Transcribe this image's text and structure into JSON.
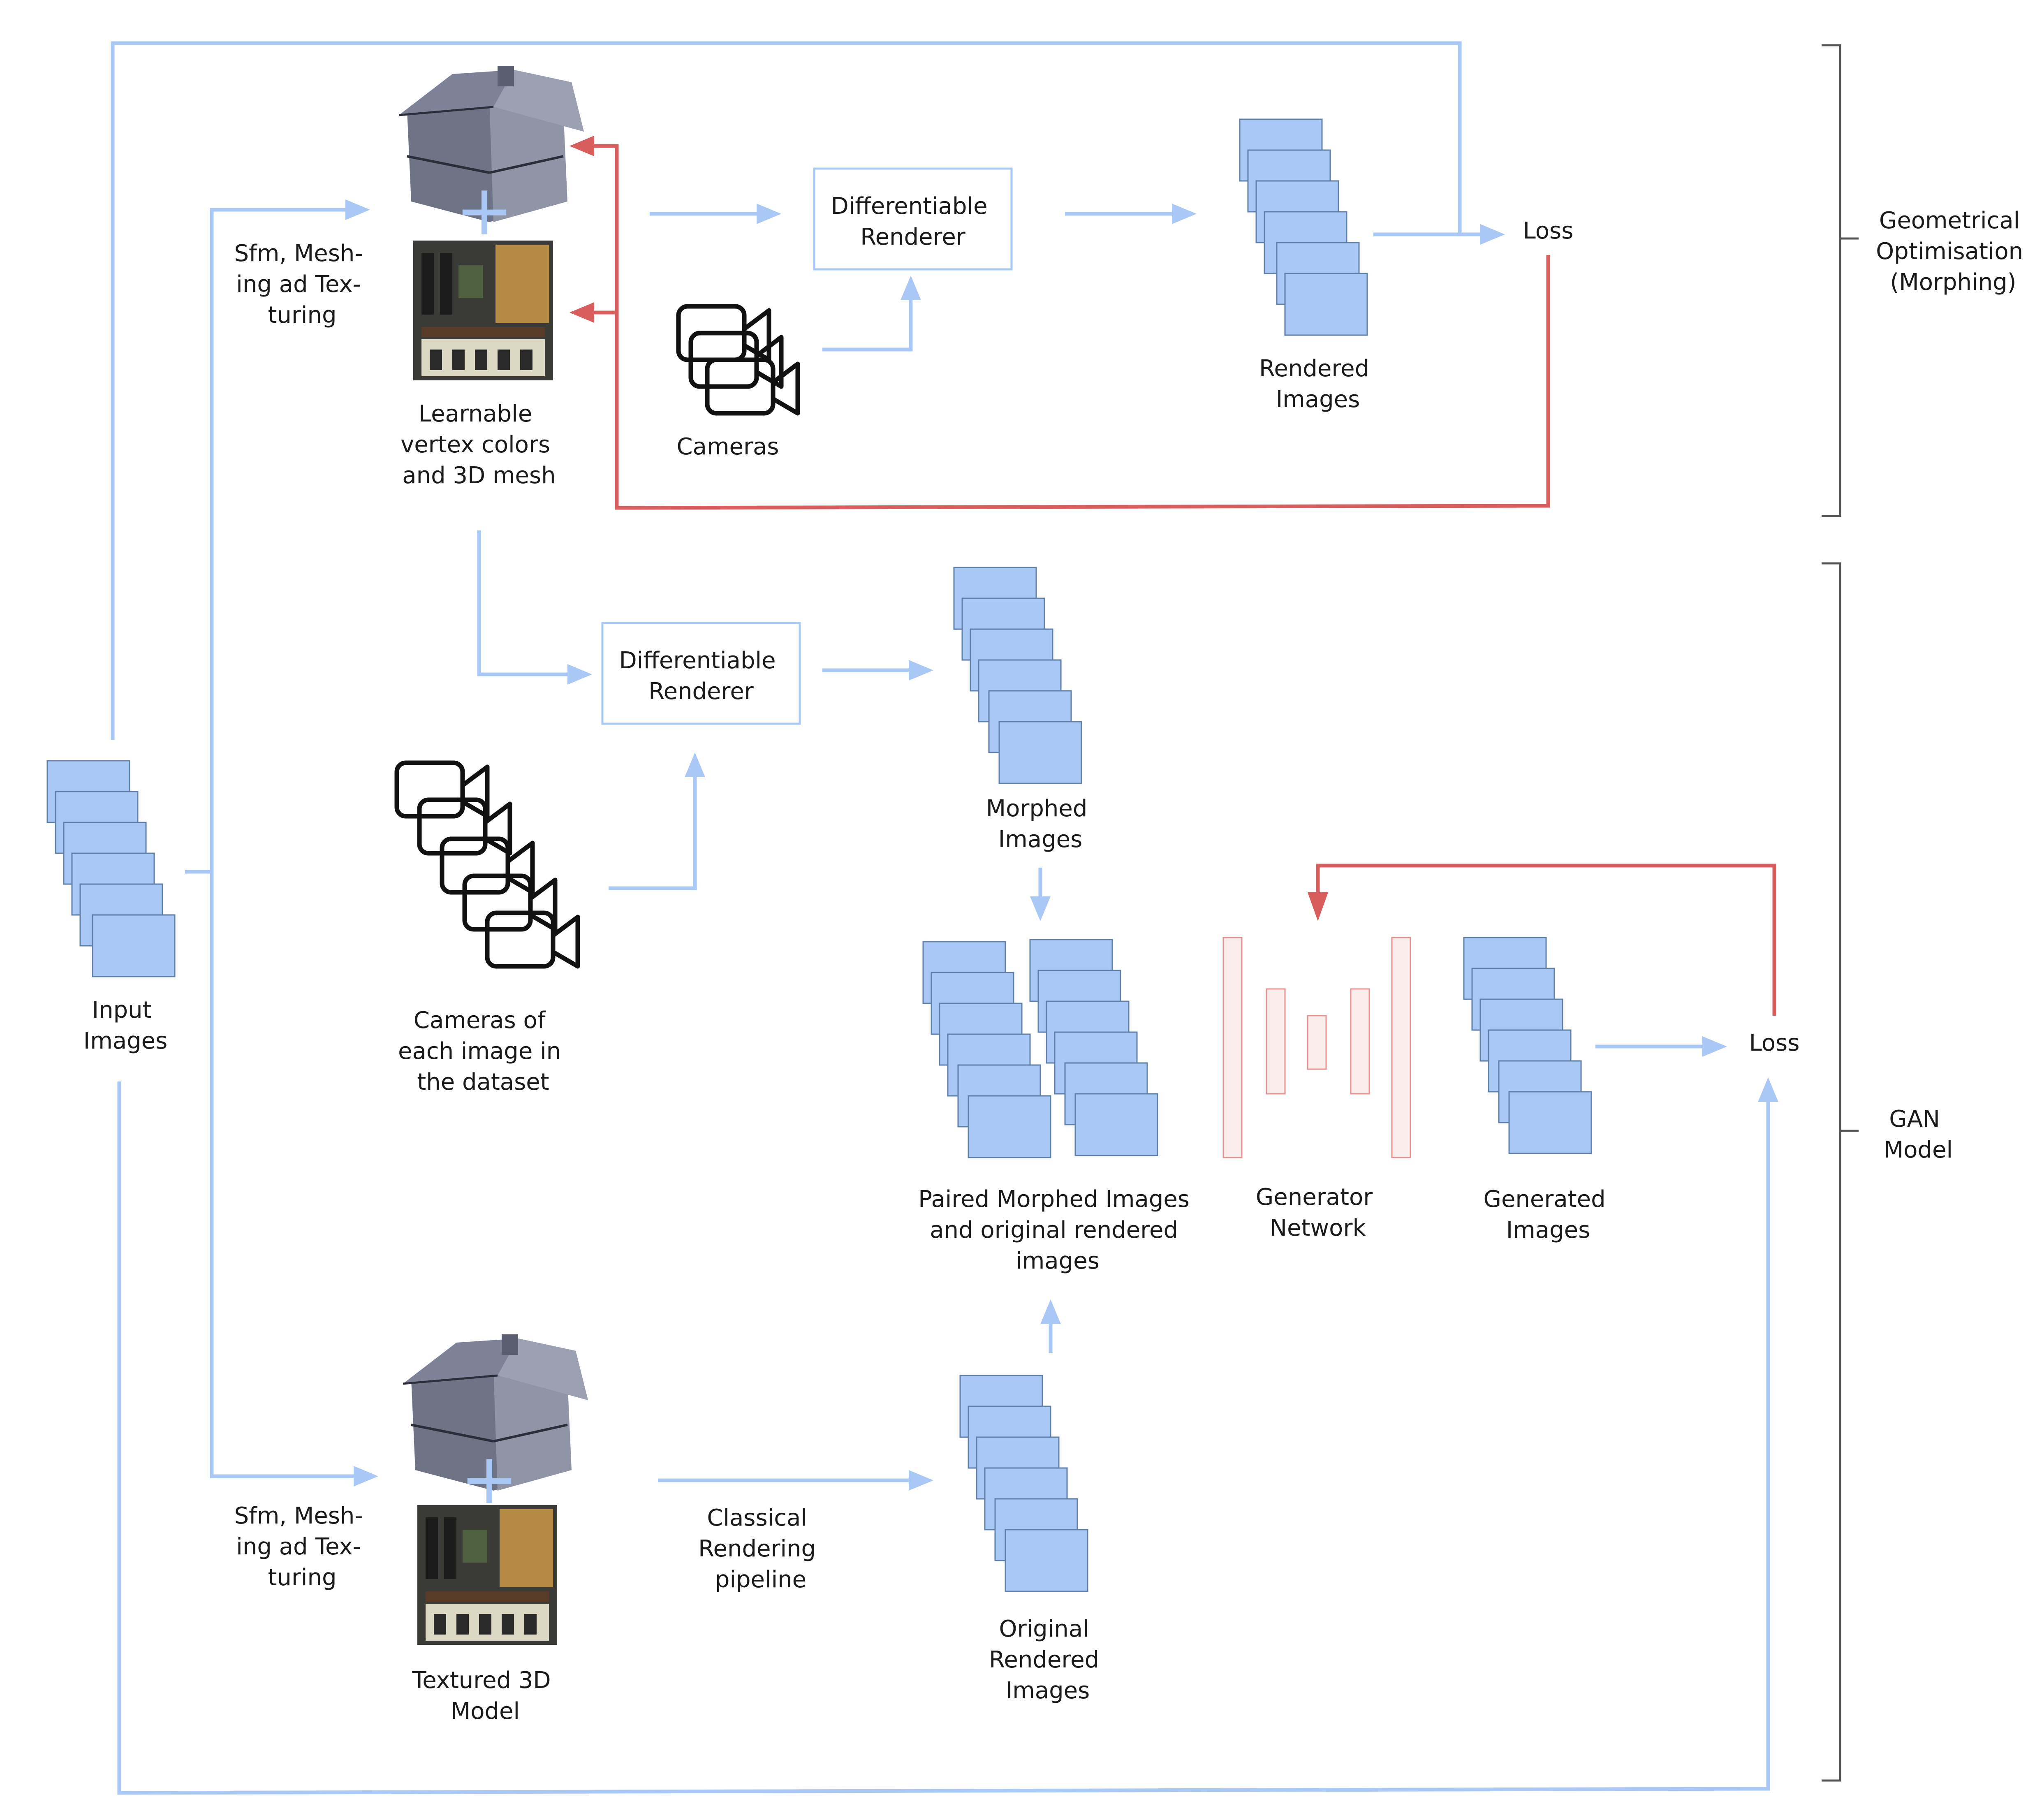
{
  "labels": {
    "input_images": [
      "Input",
      "Images"
    ],
    "sfm_top": [
      "Sfm, Mesh-",
      "ing ad Tex-",
      "turing"
    ],
    "sfm_bottom": [
      "Sfm, Mesh-",
      "ing ad Tex-",
      "turing"
    ],
    "learnable": [
      "Learnable",
      "vertex colors",
      "and 3D mesh"
    ],
    "cameras": [
      "Cameras"
    ],
    "diff_renderer_top": [
      "Differentiable",
      "Renderer"
    ],
    "rendered_images": [
      "Rendered",
      "Images"
    ],
    "loss_top": [
      "Loss"
    ],
    "geom_opt": [
      "Geometrical",
      "Optimisation",
      "(Morphing)"
    ],
    "diff_renderer_mid": [
      "Differentiable",
      "Renderer"
    ],
    "morphed_images": [
      "Morphed",
      "Images"
    ],
    "cameras_dataset": [
      "Cameras of",
      "each image in",
      "the dataset"
    ],
    "paired_images": [
      "Paired Morphed Images",
      "and original rendered",
      "images"
    ],
    "generator": [
      "Generator",
      "Network"
    ],
    "generated_images": [
      "Generated",
      "Images"
    ],
    "loss_bottom": [
      "Loss"
    ],
    "gan_model": [
      "GAN",
      "Model"
    ],
    "textured_model": [
      "Textured 3D",
      "Model"
    ],
    "classical": [
      "Classical",
      "Rendering",
      "pipeline"
    ],
    "original_rendered": [
      "Original",
      "Rendered",
      "Images"
    ]
  },
  "plus_sign": "+",
  "colors": {
    "flow_arrow": "#a9c8f5",
    "feedback_arrow": "#d85e5e",
    "image_frame": "#a9c8f5",
    "bracket": "#555555"
  },
  "icons": [
    "house-mesh-icon",
    "texture-atlas-icon",
    "video-camera-icon",
    "generator-network-icon"
  ]
}
